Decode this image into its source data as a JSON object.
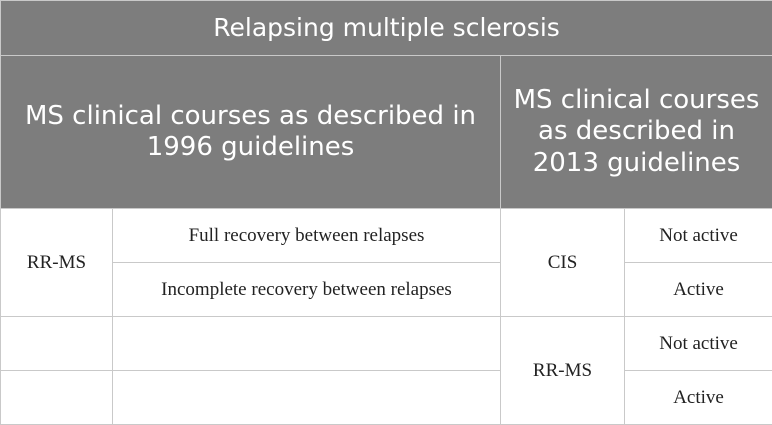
{
  "title": "Relapsing multiple sclerosis",
  "headers": {
    "left": "MS clinical courses as described in 1996 guidelines",
    "right": "MS clinical courses as described in 2013 guidelines"
  },
  "rows": [
    {
      "course_1996": "RR-MS",
      "description": "Full recovery between relapses",
      "course_2013": "CIS",
      "activity": "Not active"
    },
    {
      "course_1996": "",
      "description": "Incomplete recovery between relapses",
      "course_2013": "",
      "activity": "Active"
    },
    {
      "course_1996": "",
      "description": "",
      "course_2013": "RR-MS",
      "activity": "Not active"
    },
    {
      "course_1996": "",
      "description": "",
      "course_2013": "",
      "activity": "Active"
    }
  ]
}
